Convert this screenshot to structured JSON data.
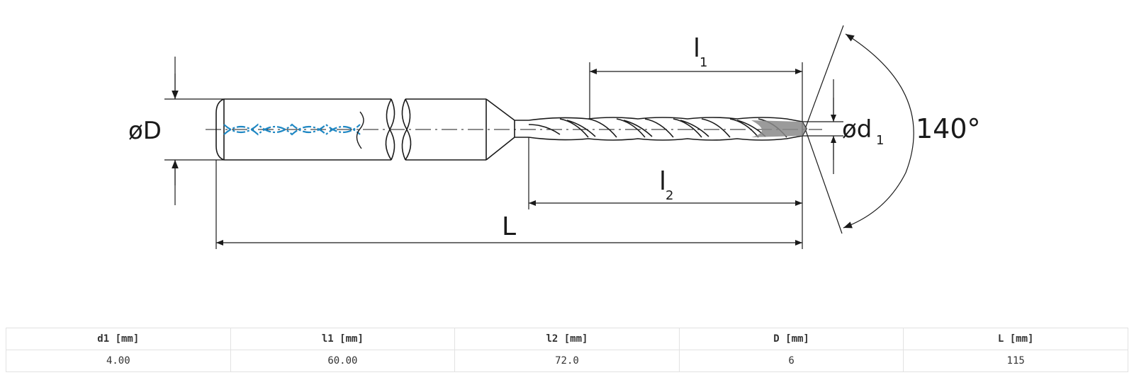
{
  "diagram": {
    "labels": {
      "shank_diameter": "øD",
      "tip_diameter": "ød",
      "tip_diameter_sub": "1",
      "l1": "l",
      "l1_sub": "1",
      "l2": "l",
      "l2_sub": "2",
      "overall_length": "L",
      "point_angle": "140°"
    },
    "colors": {
      "line": "#1a1a1a",
      "coolant": "#1e87c3",
      "tip": "#8a8a8a"
    }
  },
  "table": {
    "headers": [
      "d1 [mm]",
      "l1 [mm]",
      "l2 [mm]",
      "D [mm]",
      "L [mm]"
    ],
    "rows": [
      [
        "4.00",
        "60.00",
        "72.0",
        "6",
        "115"
      ]
    ]
  }
}
